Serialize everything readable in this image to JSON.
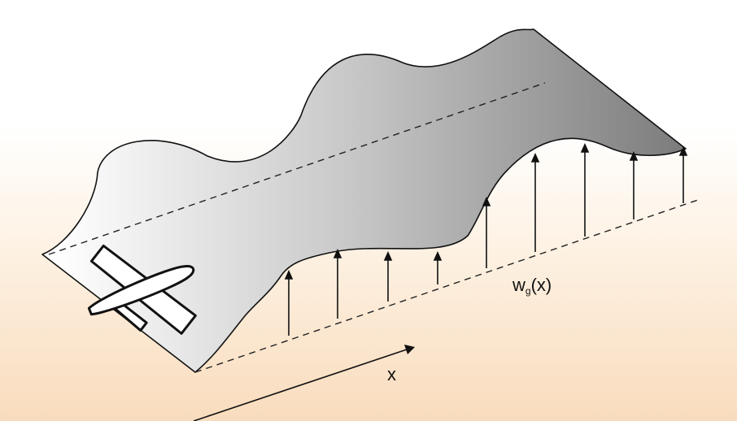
{
  "labels": {
    "gust_symbol": "w",
    "gust_subscript": "g",
    "gust_argument": "(x)",
    "axis_x": "x"
  },
  "colors": {
    "surface_light": "#fdfdfd",
    "surface_dark": "#7c7c7c",
    "stroke": "#111111",
    "background_bottom": "#f9dcbd"
  },
  "icons": [
    "airplane-icon",
    "arrowhead-icon"
  ]
}
